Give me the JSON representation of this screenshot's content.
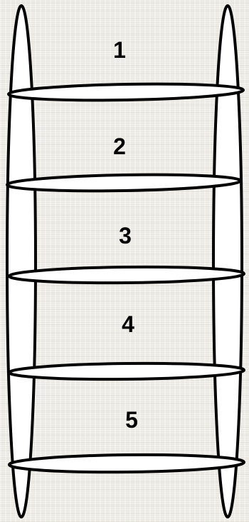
{
  "steps": [
    {
      "number": "1"
    },
    {
      "number": "2"
    },
    {
      "number": "3"
    },
    {
      "number": "4"
    },
    {
      "number": "5"
    }
  ],
  "colors": {
    "background": "#f0eee8",
    "outline": "#000000",
    "fill": "#ffffff"
  }
}
